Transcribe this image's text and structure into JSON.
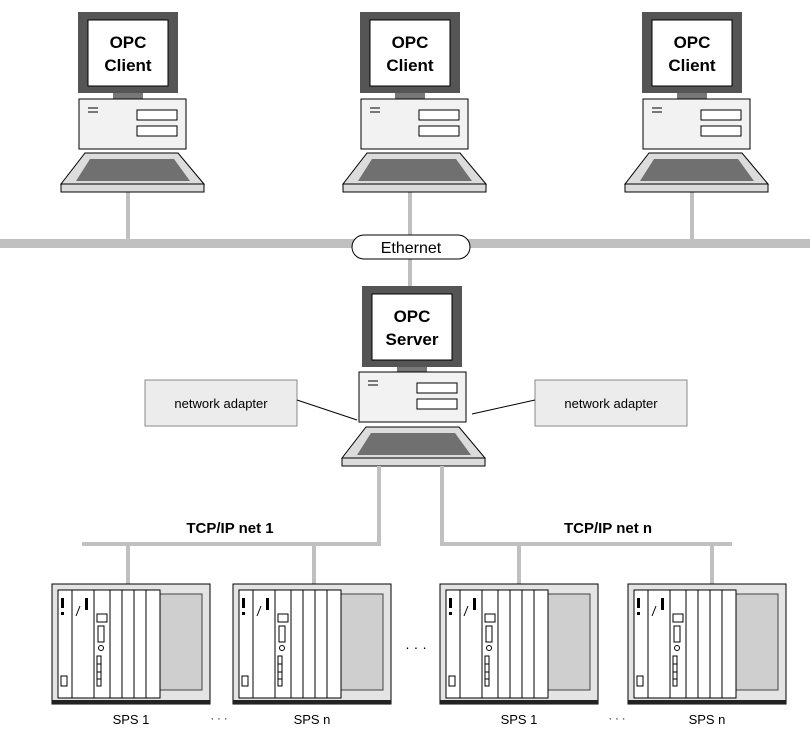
{
  "clients": [
    {
      "line1": "OPC",
      "line2": "Client"
    },
    {
      "line1": "OPC",
      "line2": "Client"
    },
    {
      "line1": "OPC",
      "line2": "Client"
    }
  ],
  "ethernet_label": "Ethernet",
  "server": {
    "line1": "OPC",
    "line2": "Server"
  },
  "adapters": [
    "network adapter",
    "network adapter"
  ],
  "nets": [
    "TCP/IP net 1",
    "TCP/IP net n"
  ],
  "sps_labels": [
    "SPS 1",
    "SPS n",
    "SPS 1",
    "SPS n"
  ],
  "ellipsis": "· · ·",
  "colors": {
    "bus": "#c0c0c0",
    "monitor_frame": "#555555",
    "screen": "#ffffff",
    "keyboard": "#707070",
    "case": "#f2f2f2",
    "rack": "#e4e4e4"
  }
}
